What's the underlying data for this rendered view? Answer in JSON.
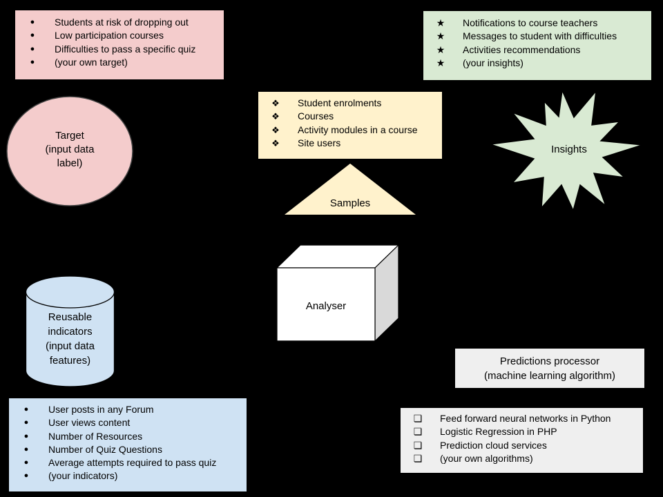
{
  "colors": {
    "background": "#000000",
    "pink": "#f4cccc",
    "green": "#d9ead3",
    "cream": "#fff2cc",
    "blue": "#cfe2f3",
    "gray": "#efefef",
    "cube_side": "#d9d9d9",
    "text": "#000000"
  },
  "lists": {
    "targets": {
      "bullet": "●",
      "items": [
        "Students at risk of dropping out",
        "Low participation courses",
        "Difficulties to pass a specific quiz",
        "(your own target)"
      ]
    },
    "insights": {
      "bullet": "★",
      "items": [
        "Notifications to course teachers",
        "Messages to student with difficulties",
        "Activities recommendations",
        "(your insights)"
      ]
    },
    "samples": {
      "bullet": "❖",
      "items": [
        "Student enrolments",
        "Courses",
        "Activity modules in a course",
        "Site users"
      ]
    },
    "indicators": {
      "bullet": "●",
      "items": [
        "User posts in any Forum",
        "User views content",
        "Number of Resources",
        "Number of Quiz Questions",
        "Average attempts required to pass quiz",
        "(your indicators)"
      ]
    },
    "algorithms": {
      "bullet": "❏",
      "items": [
        "Feed forward neural networks in Python",
        "Logistic Regression in PHP",
        "Prediction cloud services",
        "(your own algorithms)"
      ]
    }
  },
  "shapes": {
    "target_circle": {
      "lines": [
        "Target",
        "(input data",
        "label)"
      ]
    },
    "samples_triangle": {
      "label": "Samples"
    },
    "insights_star": {
      "label": "Insights"
    },
    "analyser_cube": {
      "label": "Analyser"
    },
    "indicators_cylinder": {
      "lines": [
        "Reusable",
        "indicators",
        "(input data",
        "features)"
      ]
    },
    "predictions_processor": {
      "lines": [
        "Predictions processor",
        "(machine learning algorithm)"
      ]
    }
  }
}
